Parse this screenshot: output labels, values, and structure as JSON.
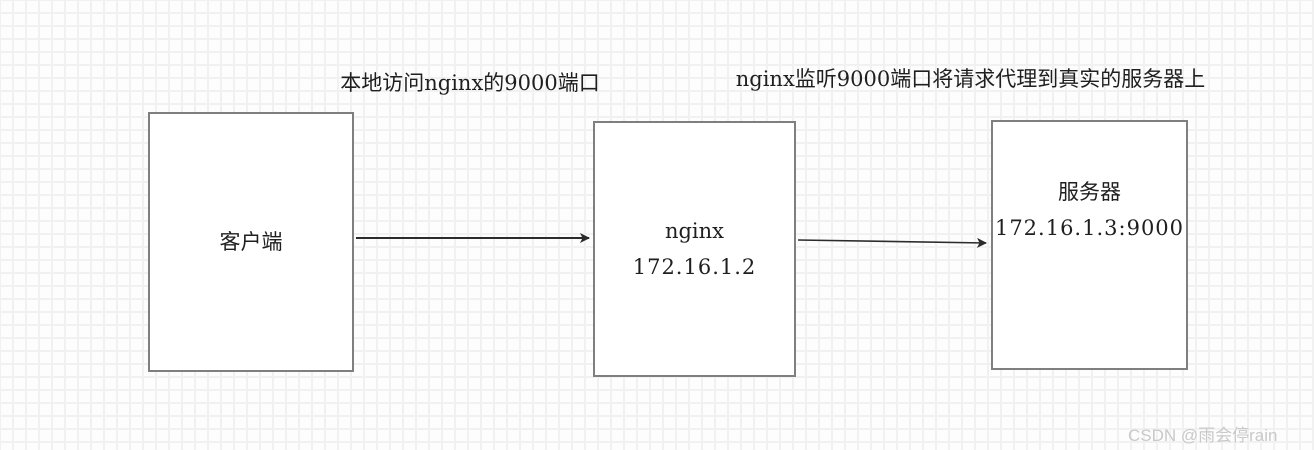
{
  "diagram": {
    "captions": {
      "client_to_nginx": "本地访问nginx的9000端口",
      "nginx_to_server": "nginx监听9000端口将请求代理到真实的服务器上"
    },
    "nodes": {
      "client": {
        "title": "客户端"
      },
      "nginx": {
        "title": "nginx",
        "ip": "172.16.1.2"
      },
      "server": {
        "title": "服务器",
        "ip": "172.16.1.3:9000"
      }
    },
    "edges": [
      {
        "from": "client",
        "to": "nginx"
      },
      {
        "from": "nginx",
        "to": "server"
      }
    ]
  },
  "watermark": {
    "text": "CSDN @雨会停rain"
  },
  "colors": {
    "background": "#fdfdfd",
    "grid-line": "#f1f1f1",
    "box-border": "#7f7f7f",
    "box-fill": "#ffffff",
    "arrow": "#2b2b2b",
    "text": "#1f1f1f",
    "watermark": "#c9c9c9"
  }
}
